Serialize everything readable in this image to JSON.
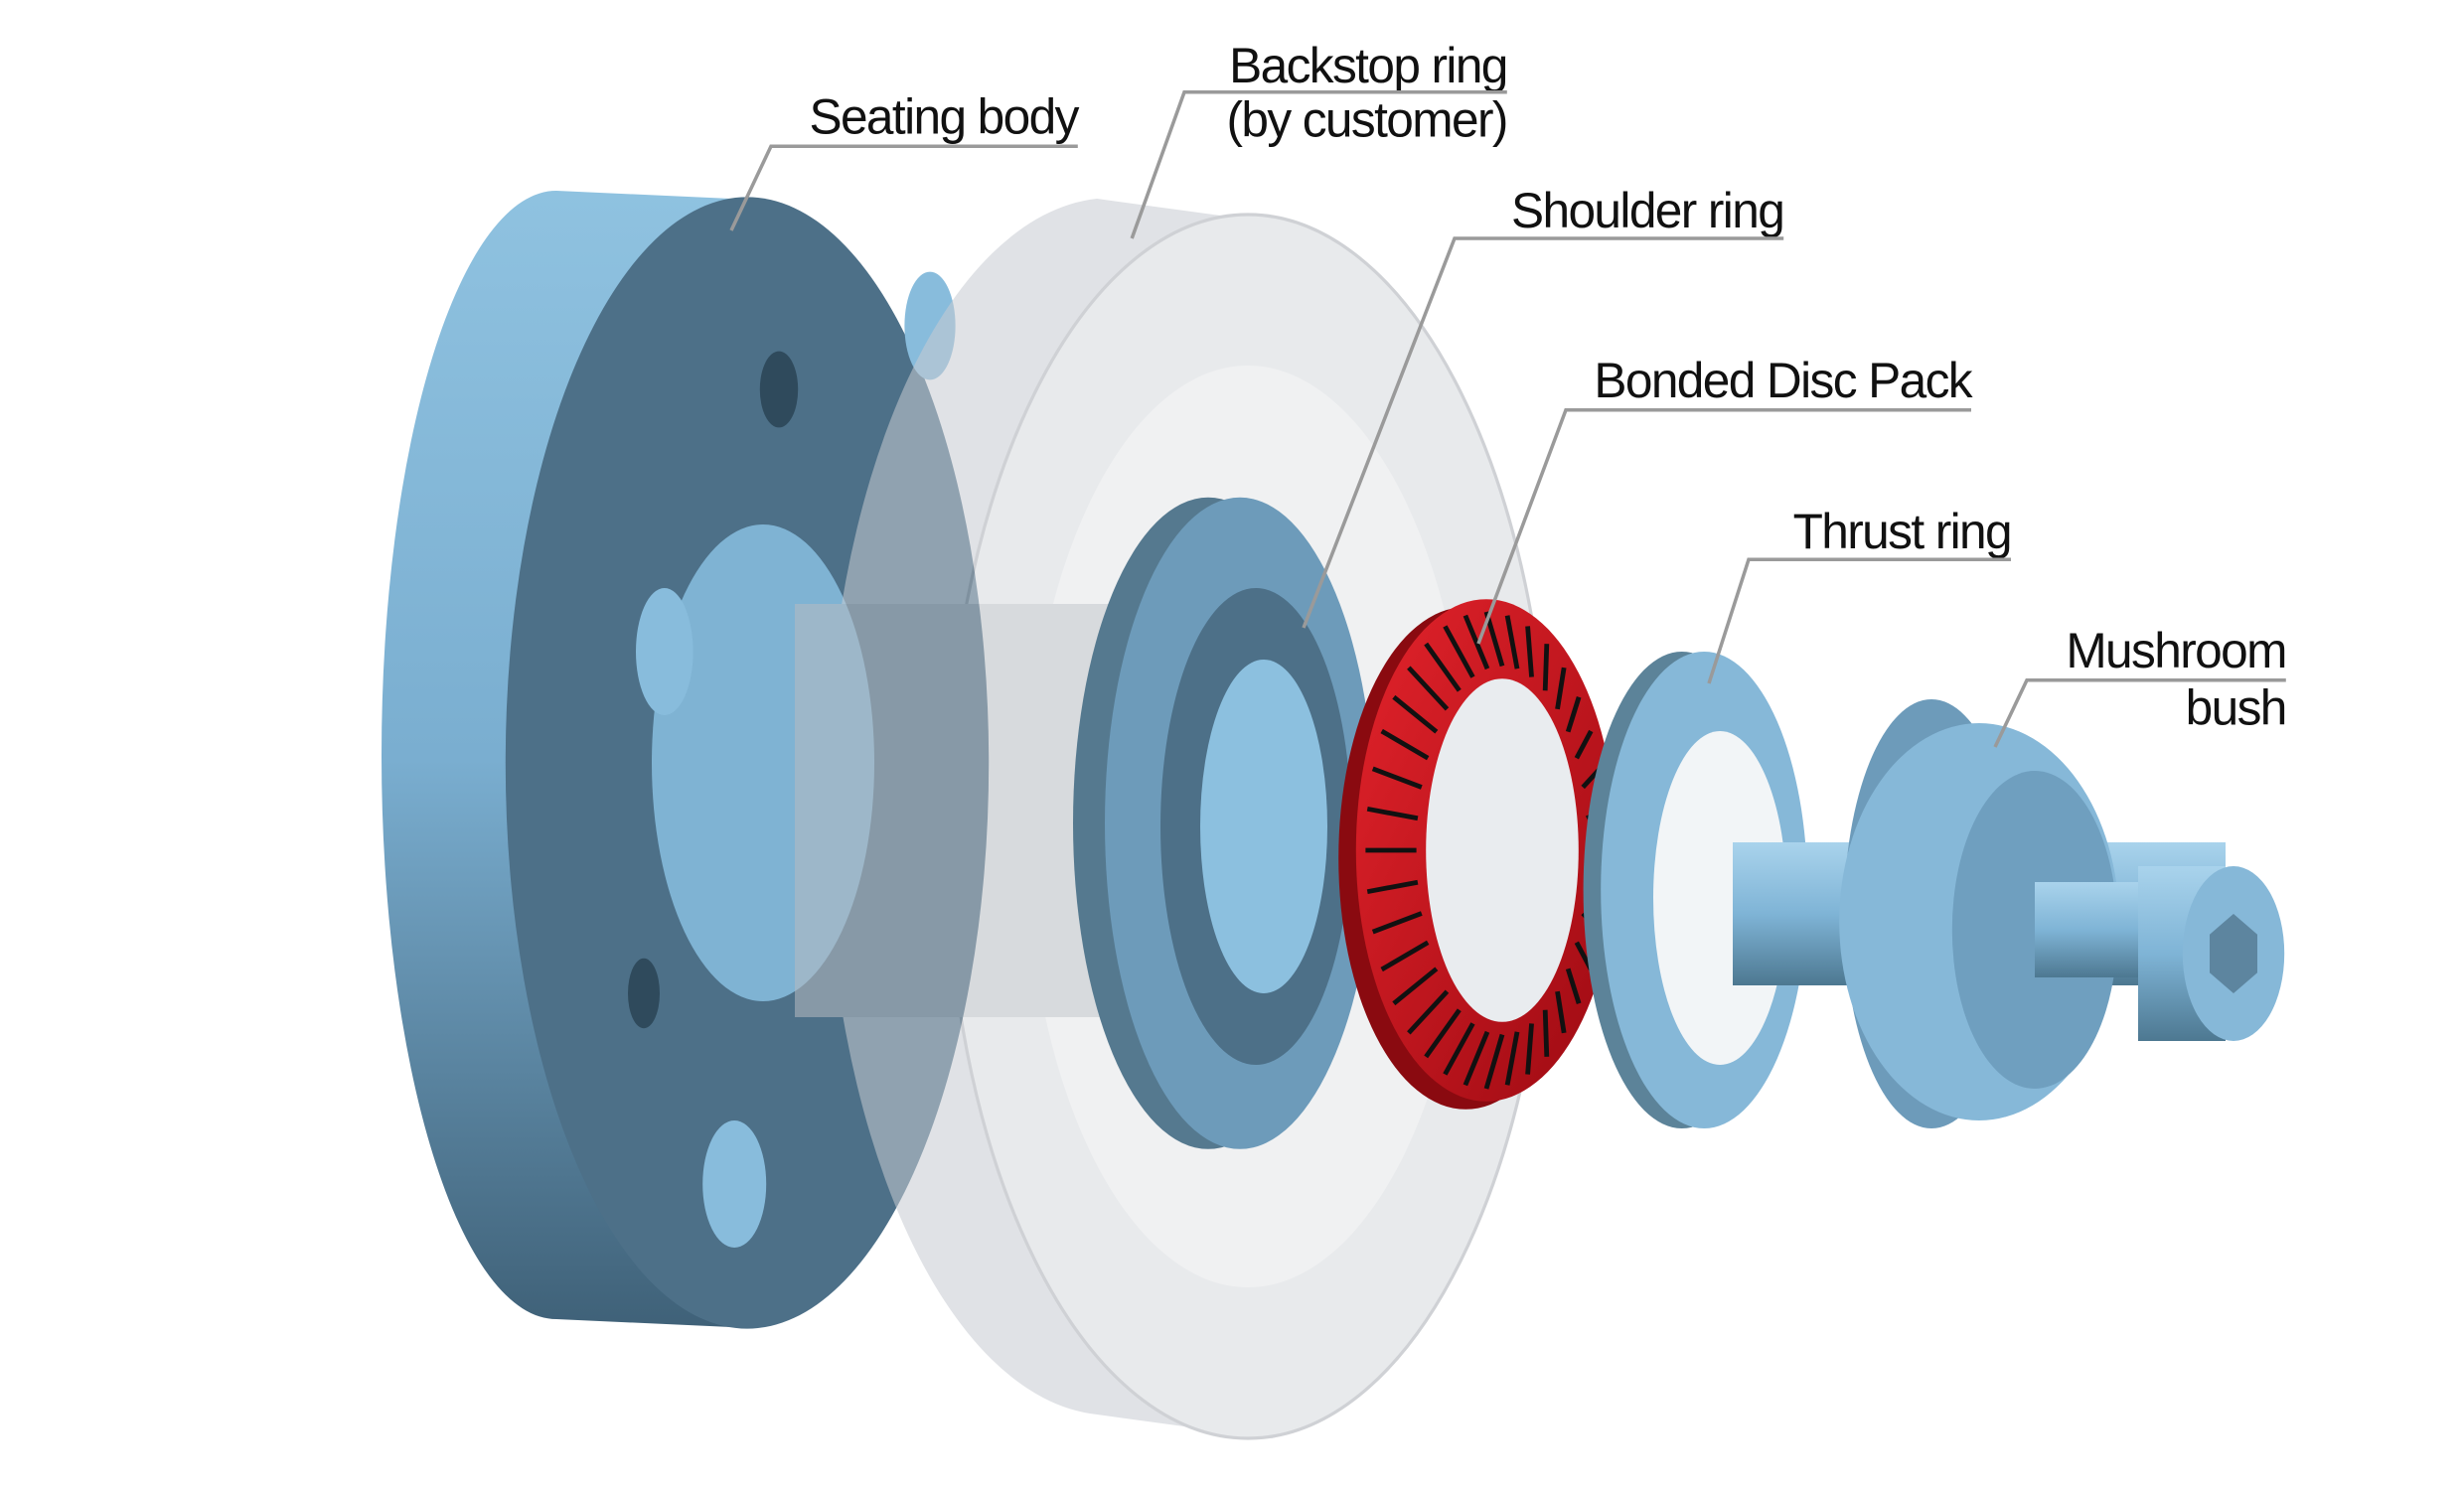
{
  "labels": {
    "seating_body": "Seating body",
    "backstop_ring_line1": "Backstop ring",
    "backstop_ring_line2": "(by customer)",
    "shoulder_ring": "Shoulder ring",
    "bonded_disc_pack": "Bonded Disc Pack",
    "thrust_ring": "Thrust ring",
    "mushroom_bush_line1": "Mushroom",
    "mushroom_bush_line2": "bush"
  },
  "colors": {
    "steel_light": "#86b8d8",
    "steel_dark": "#4d7088",
    "disc_pack_red": "#d4101c",
    "translucent_grey": "#c8ccd2"
  }
}
